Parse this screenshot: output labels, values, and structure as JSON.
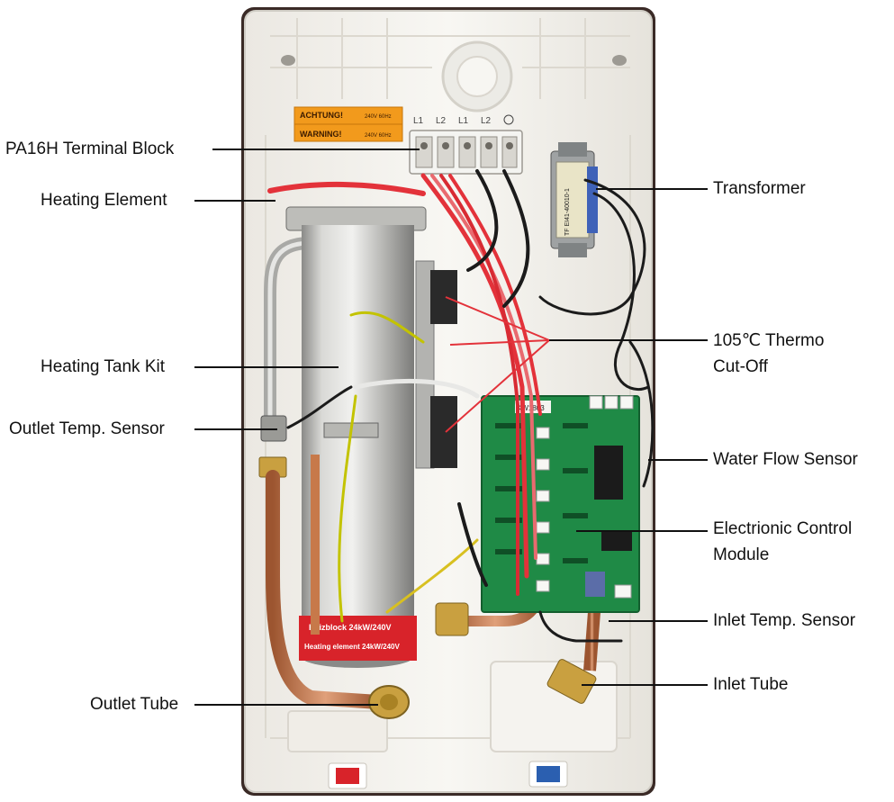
{
  "labels": {
    "terminal_block": "PA16H Terminal Block",
    "heating_element": "Heating Element",
    "heating_tank_kit": "Heating Tank Kit",
    "outlet_temp_sensor": "Outlet Temp. Sensor",
    "outlet_tube": "Outlet Tube",
    "transformer": "Transformer",
    "thermo_cutoff_line1": "105℃ Thermo",
    "thermo_cutoff_line2": "Cut-Off",
    "water_flow_sensor": "Water Flow Sensor",
    "control_module_line1": "Electrionic Control",
    "control_module_line2": "Module",
    "inlet_temp_sensor": "Inlet Temp. Sensor",
    "inlet_tube": "Inlet Tube"
  },
  "device_text": {
    "warning_line1": "ACHTUNG!",
    "warning_line2": "WARNING!",
    "warning_volt1": "240V 60Hz",
    "warning_volt2": "240V 60Hz",
    "terminal_l1a": "L1",
    "terminal_l2a": "L2",
    "terminal_l1b": "L1",
    "terminal_l2b": "L2",
    "transformer_text": "TF EI41-40010-1",
    "tank_label_line1": "Heizblock 24kW/240V",
    "tank_label_line2": "Heating element 24kW/240V",
    "board_code": "KW1803"
  },
  "colors": {
    "housing": "#f3f1ec",
    "tank_steel": "#c9c9c6",
    "wire_red": "#e3323a",
    "copper": "#c7794a",
    "brass": "#c9a040",
    "board_green": "#1f8a46",
    "label_red": "#d8232a",
    "warning_orange": "#f29a1c"
  }
}
